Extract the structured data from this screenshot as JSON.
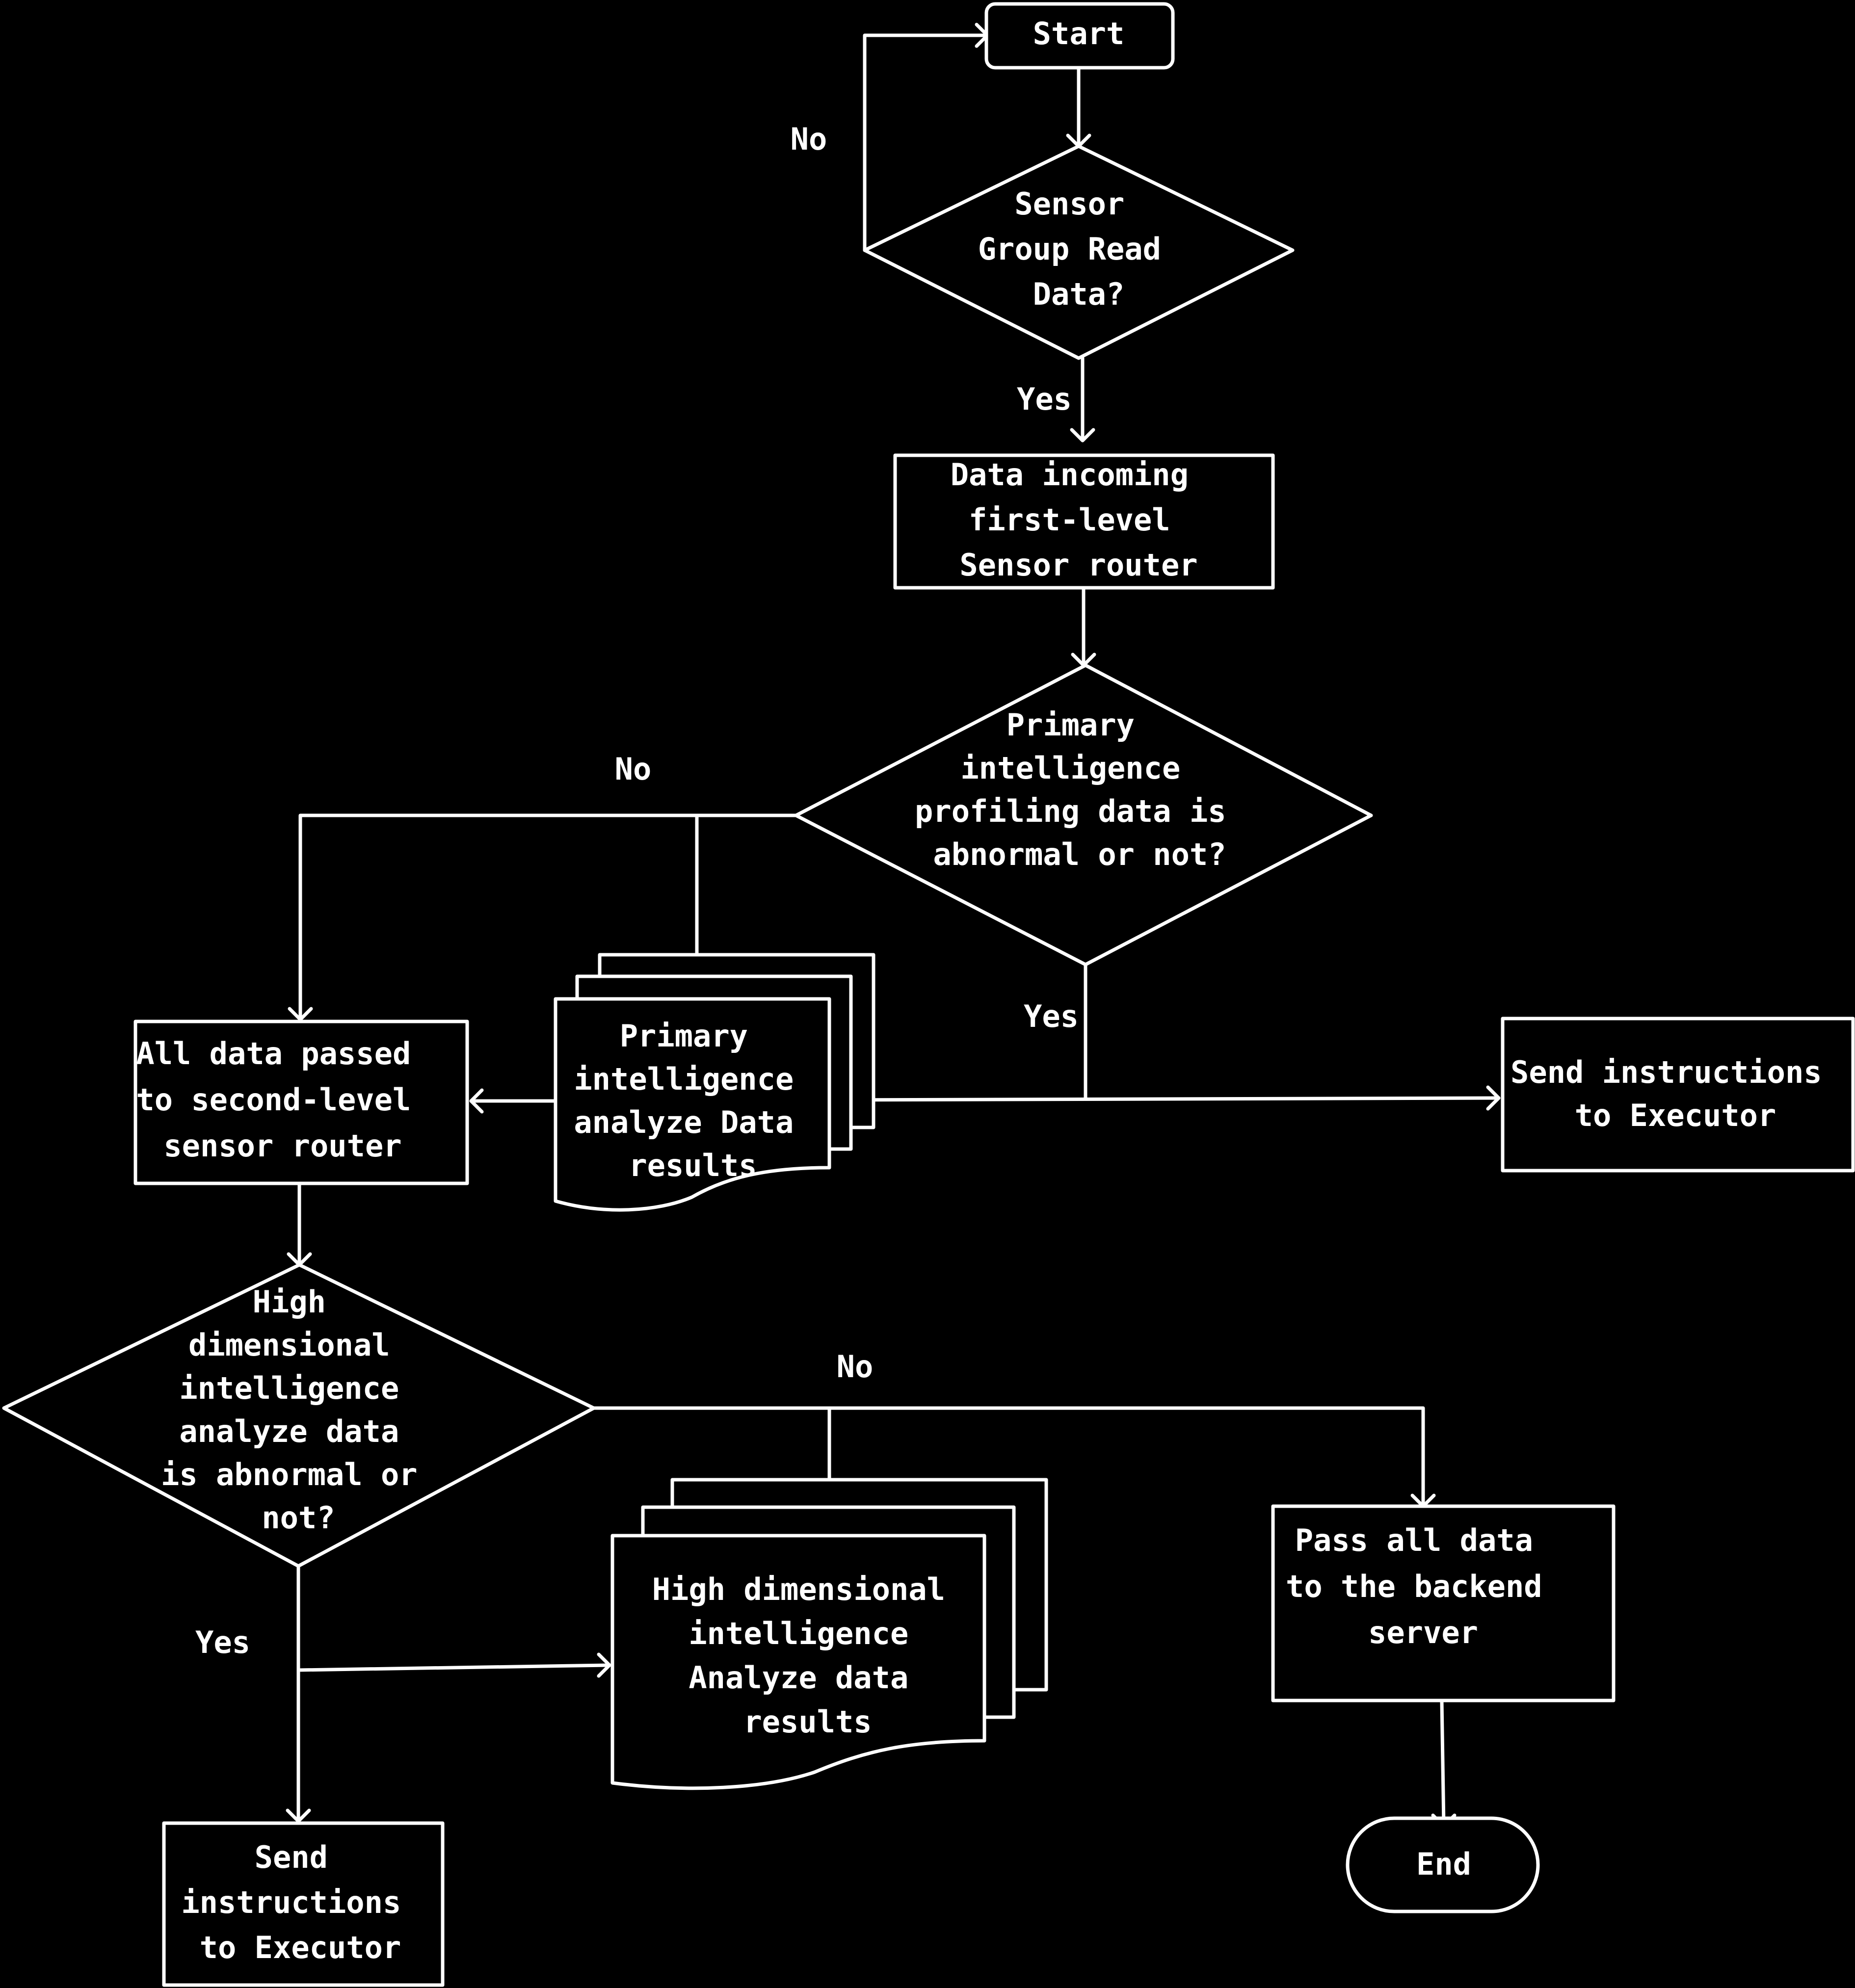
{
  "colors": {
    "background": "#000000",
    "foreground": "#ffffff"
  },
  "nodes": {
    "start": {
      "lines": [
        "Start"
      ]
    },
    "sensor_read": {
      "lines": [
        "Sensor",
        "Group Read",
        "Data?"
      ]
    },
    "first_router": {
      "lines": [
        "Data incoming",
        "first-level",
        "Sensor router"
      ]
    },
    "primary_check": {
      "lines": [
        "Primary",
        "intelligence",
        "profiling data is",
        "abnormal or not?"
      ]
    },
    "primary_results": {
      "lines": [
        "Primary",
        "intelligence",
        "analyze Data",
        "results"
      ]
    },
    "second_router": {
      "lines": [
        "All data passed",
        "to second-level",
        "sensor router"
      ]
    },
    "send_exec_1": {
      "lines": [
        "Send instructions",
        "to Executor"
      ]
    },
    "high_check": {
      "lines": [
        "High",
        "dimensional",
        "intelligence",
        "analyze data",
        "is abnormal or",
        "not?"
      ]
    },
    "high_results": {
      "lines": [
        "High dimensional",
        "intelligence",
        "Analyze data",
        "results"
      ]
    },
    "backend": {
      "lines": [
        "Pass all data",
        "to the backend",
        "server"
      ]
    },
    "send_exec_2": {
      "lines": [
        "Send",
        "instructions",
        "to Executor"
      ]
    },
    "end": {
      "lines": [
        "End"
      ]
    }
  },
  "edge_labels": {
    "sensor_no": "No",
    "sensor_yes": "Yes",
    "primary_no": "No",
    "primary_yes": "Yes",
    "high_no": "No",
    "high_yes": "Yes"
  }
}
